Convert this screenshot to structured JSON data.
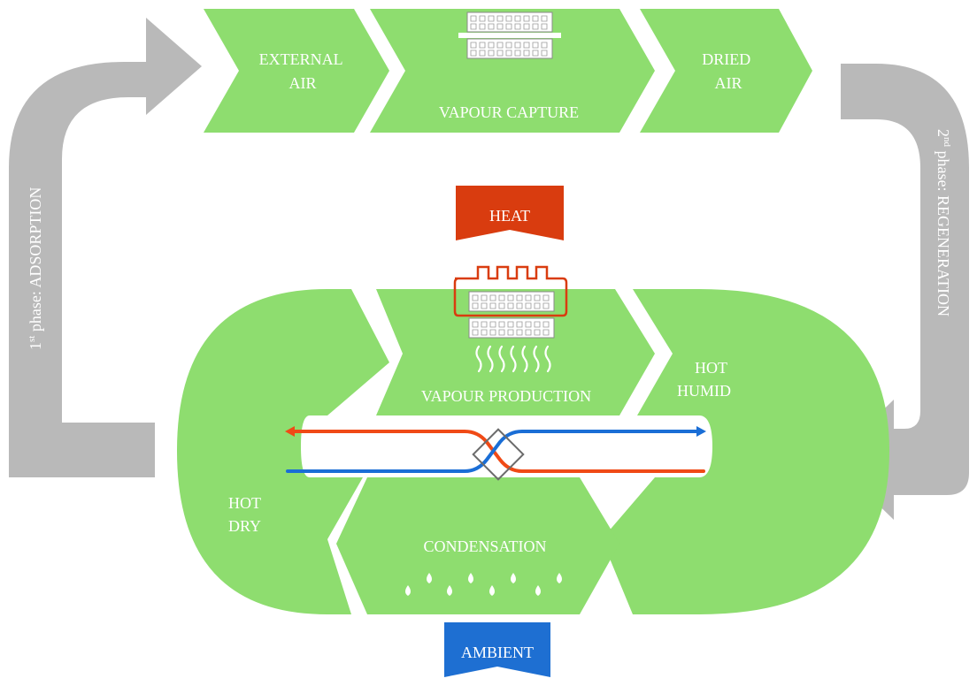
{
  "diagram": {
    "top_row": {
      "external_air": [
        "EXTERNAL",
        "AIR"
      ],
      "vapour_capture": "VAPOUR CAPTURE",
      "dried_air": [
        "DRIED",
        "AIR"
      ]
    },
    "heat_label": "HEAT",
    "ambient_label": "AMBIENT",
    "cycle": {
      "vapour_production": "VAPOUR PRODUCTION",
      "condensation": "CONDENSATION",
      "hot_humid": [
        "HOT",
        "HUMID"
      ],
      "hot_dry": [
        "HOT",
        "DRY"
      ]
    },
    "phase_1": {
      "number": "1",
      "superscript": "st",
      "text": " phase: ADSORPTION"
    },
    "phase_2": {
      "number": "2",
      "superscript": "nd",
      "text": " phase: REGENERATION"
    },
    "colors": {
      "green": "#8edd6f",
      "grey": "#b9b9b9",
      "heat_red": "#d93c0f",
      "ambient_blue": "#1e6fd2",
      "hot_line": "#f04a16",
      "cold_line": "#1a6ed6",
      "sorbent_grey": "#8a8a8a"
    }
  }
}
